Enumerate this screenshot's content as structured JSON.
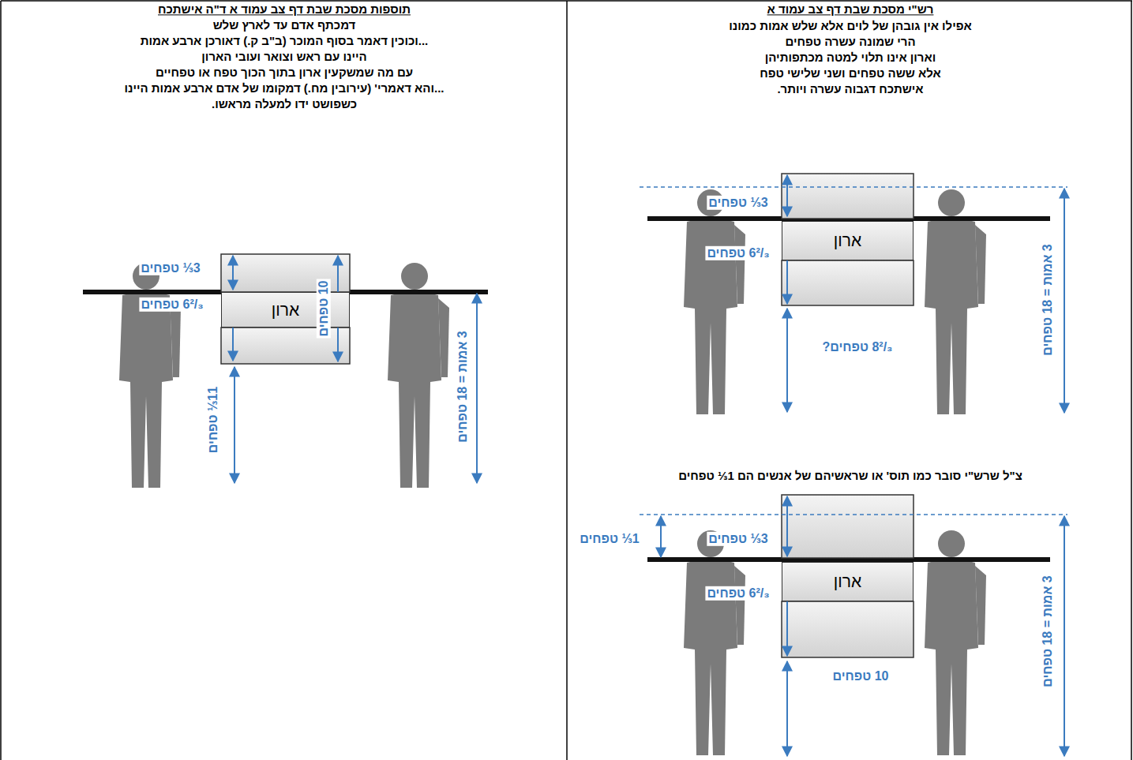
{
  "diagram": {
    "nodes": [
      {
        "text": [
          "ארון"
        ]
      },
      {
        "text": [
          "ארון"
        ]
      },
      {
        "text": [
          "ארון"
        ]
      }
    ],
    "labels": [
      "רש\"י מסכת שבת דף צב עמוד א",
      "אפילו אין גובהן של לוים אלא שלש אמות כמונו",
      "הרי שמונה עשרה טפחים",
      "וארון אינו תלוי למטה מכתפותיהן",
      "אלא ששה טפחים ושני שלישי טפח",
      "אישתכח דגבוה עשרה ויותר.",
      "3⅓ טפחים",
      "6²/₃ טפחים",
      "8²/₃ טפחים?",
      "3 אמות = 18 טפחים",
      "צ\"ל שרש\"י סובר כמו תוס' או שראשיהם של אנשים הם 1⅓ טפחים",
      "1⅓ טפחים",
      "3⅓ טפחים",
      "6²/₃ טפחים",
      "10 טפחים",
      "3 אמות = 18 טפחים",
      "תוספות מסכת שבת דף צב עמוד א ד\"ה אישתכח",
      "דמכתף אדם עד לארץ שלש",
      "...וכוכין דאמר בסוף המוכר (ב\"ב ק.) דאורכן ארבע אמות",
      "היינו עם ראש וצואר ועובי הארון",
      "עם מה שמשקעין ארון בתוך הכוך טפח או טפחיים",
      "...והא דאמרי' (עירובין מח.) דמקומו של אדם ארבע אמות היינו",
      "כשפושט ידו למעלה מראשו.",
      "3⅓ טפחים",
      "6²/₃ טפחים",
      "10 טפחים",
      "11⅓ טפחים",
      "3 אמות = 18 טפחים"
    ]
  }
}
